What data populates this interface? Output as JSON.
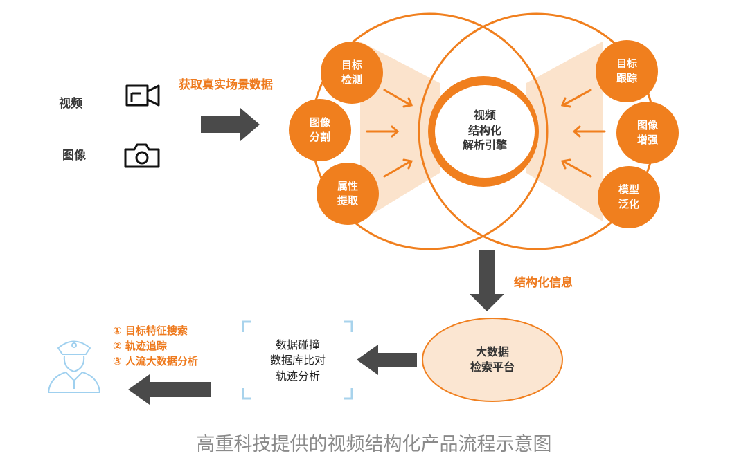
{
  "inputs": {
    "video_label": "视频",
    "image_label": "图像"
  },
  "flow": {
    "acquire_label": "获取真实场景数据",
    "structured_info_label": "结构化信息"
  },
  "engine": {
    "center_lines": [
      "视频",
      "结构化",
      "解析引擎"
    ],
    "left_nodes": [
      {
        "lines": [
          "目标",
          "检测"
        ]
      },
      {
        "lines": [
          "图像",
          "分割"
        ]
      },
      {
        "lines": [
          "属性",
          "提取"
        ]
      }
    ],
    "right_nodes": [
      {
        "lines": [
          "目标",
          "跟踪"
        ]
      },
      {
        "lines": [
          "图像",
          "增强"
        ]
      },
      {
        "lines": [
          "模型",
          "泛化"
        ]
      }
    ]
  },
  "bigdata": {
    "lines": [
      "大数据",
      "检索平台"
    ]
  },
  "analysis": {
    "lines": [
      "数据碰撞",
      "数据库比对",
      "轨迹分析"
    ]
  },
  "results": {
    "items": [
      "① 目标特征搜索",
      "② 轨迹追踪",
      "③ 人流大数据分析"
    ]
  },
  "caption": "高重科技提供的视频结构化产品流程示意图",
  "colors": {
    "orange": "#f07f1e",
    "light_orange": "#fbe3cc",
    "dark_arrow": "#4a4a4a",
    "bigdata_fill": "#fbe6d2",
    "bracket_blue": "#a8d3ec",
    "officer_blue": "#9fd0ef"
  }
}
